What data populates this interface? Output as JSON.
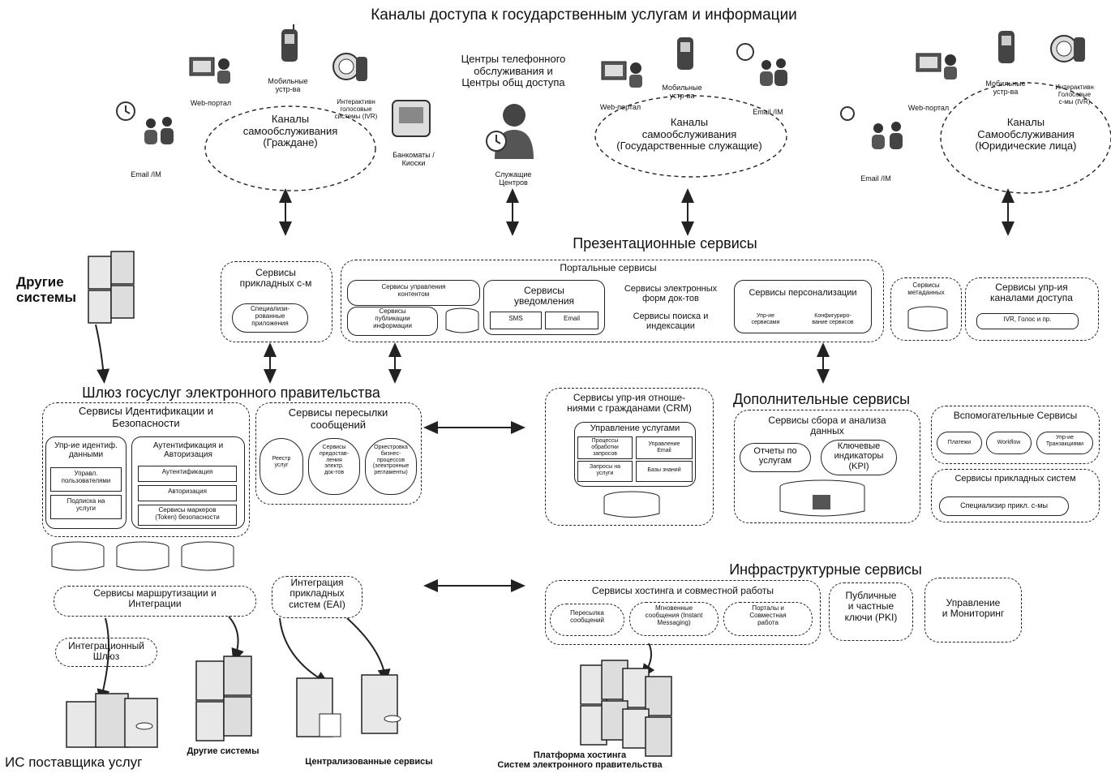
{
  "titles": {
    "channels": "Каналы доступа к государственным услугам и информации",
    "presentation": "Презентационные сервисы",
    "gateway": "Шлюз госуслуг электронного правительства",
    "additional": "Дополнительные сервисы",
    "infrastructure": "Инфраструктурные сервисы"
  },
  "channels": {
    "citizens": {
      "email": "Email /IM",
      "web": "Web-портал",
      "mobile": "Мобильные\nустр-ва",
      "ivr": "Интерактивн\nголосовые\nсистемы (IVR)",
      "kiosk": "Банкоматы /\nКиоски",
      "self": "Каналы\nсамообслуживания\n(Граждане)"
    },
    "call_center": {
      "title": "Центры телефонного\nобслуживания и\nЦентры общ доступа",
      "staff": "Служащие\nЦентров"
    },
    "employees": {
      "web": "Web-портал",
      "mobile": "Мобильные\nустр-ва",
      "email": "Email /IM",
      "self": "Каналы\nсамообслуживания\n(Государственные служащие)"
    },
    "legal": {
      "web": "Web-портал",
      "mobile": "Мобильные\nустр-ва",
      "ivr": "Интерактивн\nГолосовые\nс-мы (IVR)",
      "email": "Email /IM",
      "self": "Каналы\nСамообслуживания\n(Юридические лица)"
    }
  },
  "other_systems_top": "Другие\nсистемы",
  "presentation": {
    "applied": {
      "title": "Сервисы\nприкладных с-м",
      "item": "Специализи-\nрованные\nприложения"
    },
    "portal": {
      "title": "Портальные сервисы",
      "content_mgmt": "Сервисы управления\nконтентом",
      "publishing": "Сервисы\nпубликации\nинформации",
      "notify": "Сервисы\nуведомления",
      "sms": "SMS",
      "email": "Email",
      "eforms": "Сервисы электронных\nформ док-тов",
      "search": "Сервисы поиска и\nиндексации",
      "personal": "Сервисы персонализации",
      "svc_mgmt": "Упр-ие\nсервисами",
      "svc_config": "Конфигуриро-\nвание сервисов",
      "metadata": "Сервисы\nметаданных",
      "channel_mgmt": "Сервисы упр-ия\nканалами доступа",
      "ivr_voice": "IVR, Голос и пр."
    }
  },
  "gateway": {
    "identity": {
      "title": "Сервисы Идентификации и\nБезопасности",
      "id_mgmt": "Упр-ие идентиф.\nданными",
      "user_mgmt": "Управл.\nпользователями",
      "subscribe": "Подписка на\nуслуги",
      "authn": "Аутентификация и\nАвторизация",
      "authn_item": "Аутентификация",
      "authz_item": "Авторизация",
      "token": "Сервисы маркеров\n(Token) безопасности"
    },
    "messaging": {
      "title": "Сервисы пересылки\nсообщений",
      "registry": "Реестр\nуслуг",
      "edocs": "Сервисы\nпредостав-\nления\nэлектр.\nдок-тов",
      "bpm": "Оркестровка\nбизнес-\nпроцессов\n(электронные\nрегламенты)"
    },
    "routing": "Сервисы маршрутизации и\nИнтеграции",
    "eai": "Интеграция\nприкладных\nсистем (EAI)",
    "int_gateway": "Интеграционный\nШлюз"
  },
  "crm": {
    "title": "Сервисы упр-ия отноше-\nниями с гражданами (CRM)",
    "svc_mgmt": "Управление услугами",
    "process": "Процессы\nобработки\nзапросов",
    "email_mgmt": "Управление\nEmail",
    "requests": "Запросы на\nуслуги",
    "kb": "Базы знаний"
  },
  "additional": {
    "analytics": {
      "title": "Сервисы сбора и анализа\nданных",
      "reports": "Отчеты по\nуслугам",
      "kpi": "Ключевые\nиндикаторы\n(KPI)"
    },
    "auxiliary": {
      "title": "Вспомогательные Сервисы",
      "payments": "Платежи",
      "workflow": "Workflow",
      "transactions": "Упр-ие\nТранзакциями"
    },
    "applied": {
      "title": "Сервисы прикладных систем",
      "item": "Специализир прикл. с-мы"
    }
  },
  "infrastructure": {
    "hosting": {
      "title": "Сервисы хостинга и совместной работы",
      "msg": "Пересылка\nсообщений",
      "im": "Мгновенные\nсообщения (Instant\nMessaging)",
      "portals": "Порталы и\nСовместная\nработа"
    },
    "pki": "Публичные\nи частные\nключи (PKI)",
    "monitoring": "Управление\nи Мониторинг"
  },
  "bottom": {
    "provider": "ИС поставщика услуг",
    "other": "Другие системы",
    "central": "Централизованные сервисы",
    "platform": "Платформа хостинга\nСистем электронного правительства"
  },
  "colors": {
    "ink": "#222222",
    "server": "#e8e8e8",
    "icon": "#333333"
  }
}
